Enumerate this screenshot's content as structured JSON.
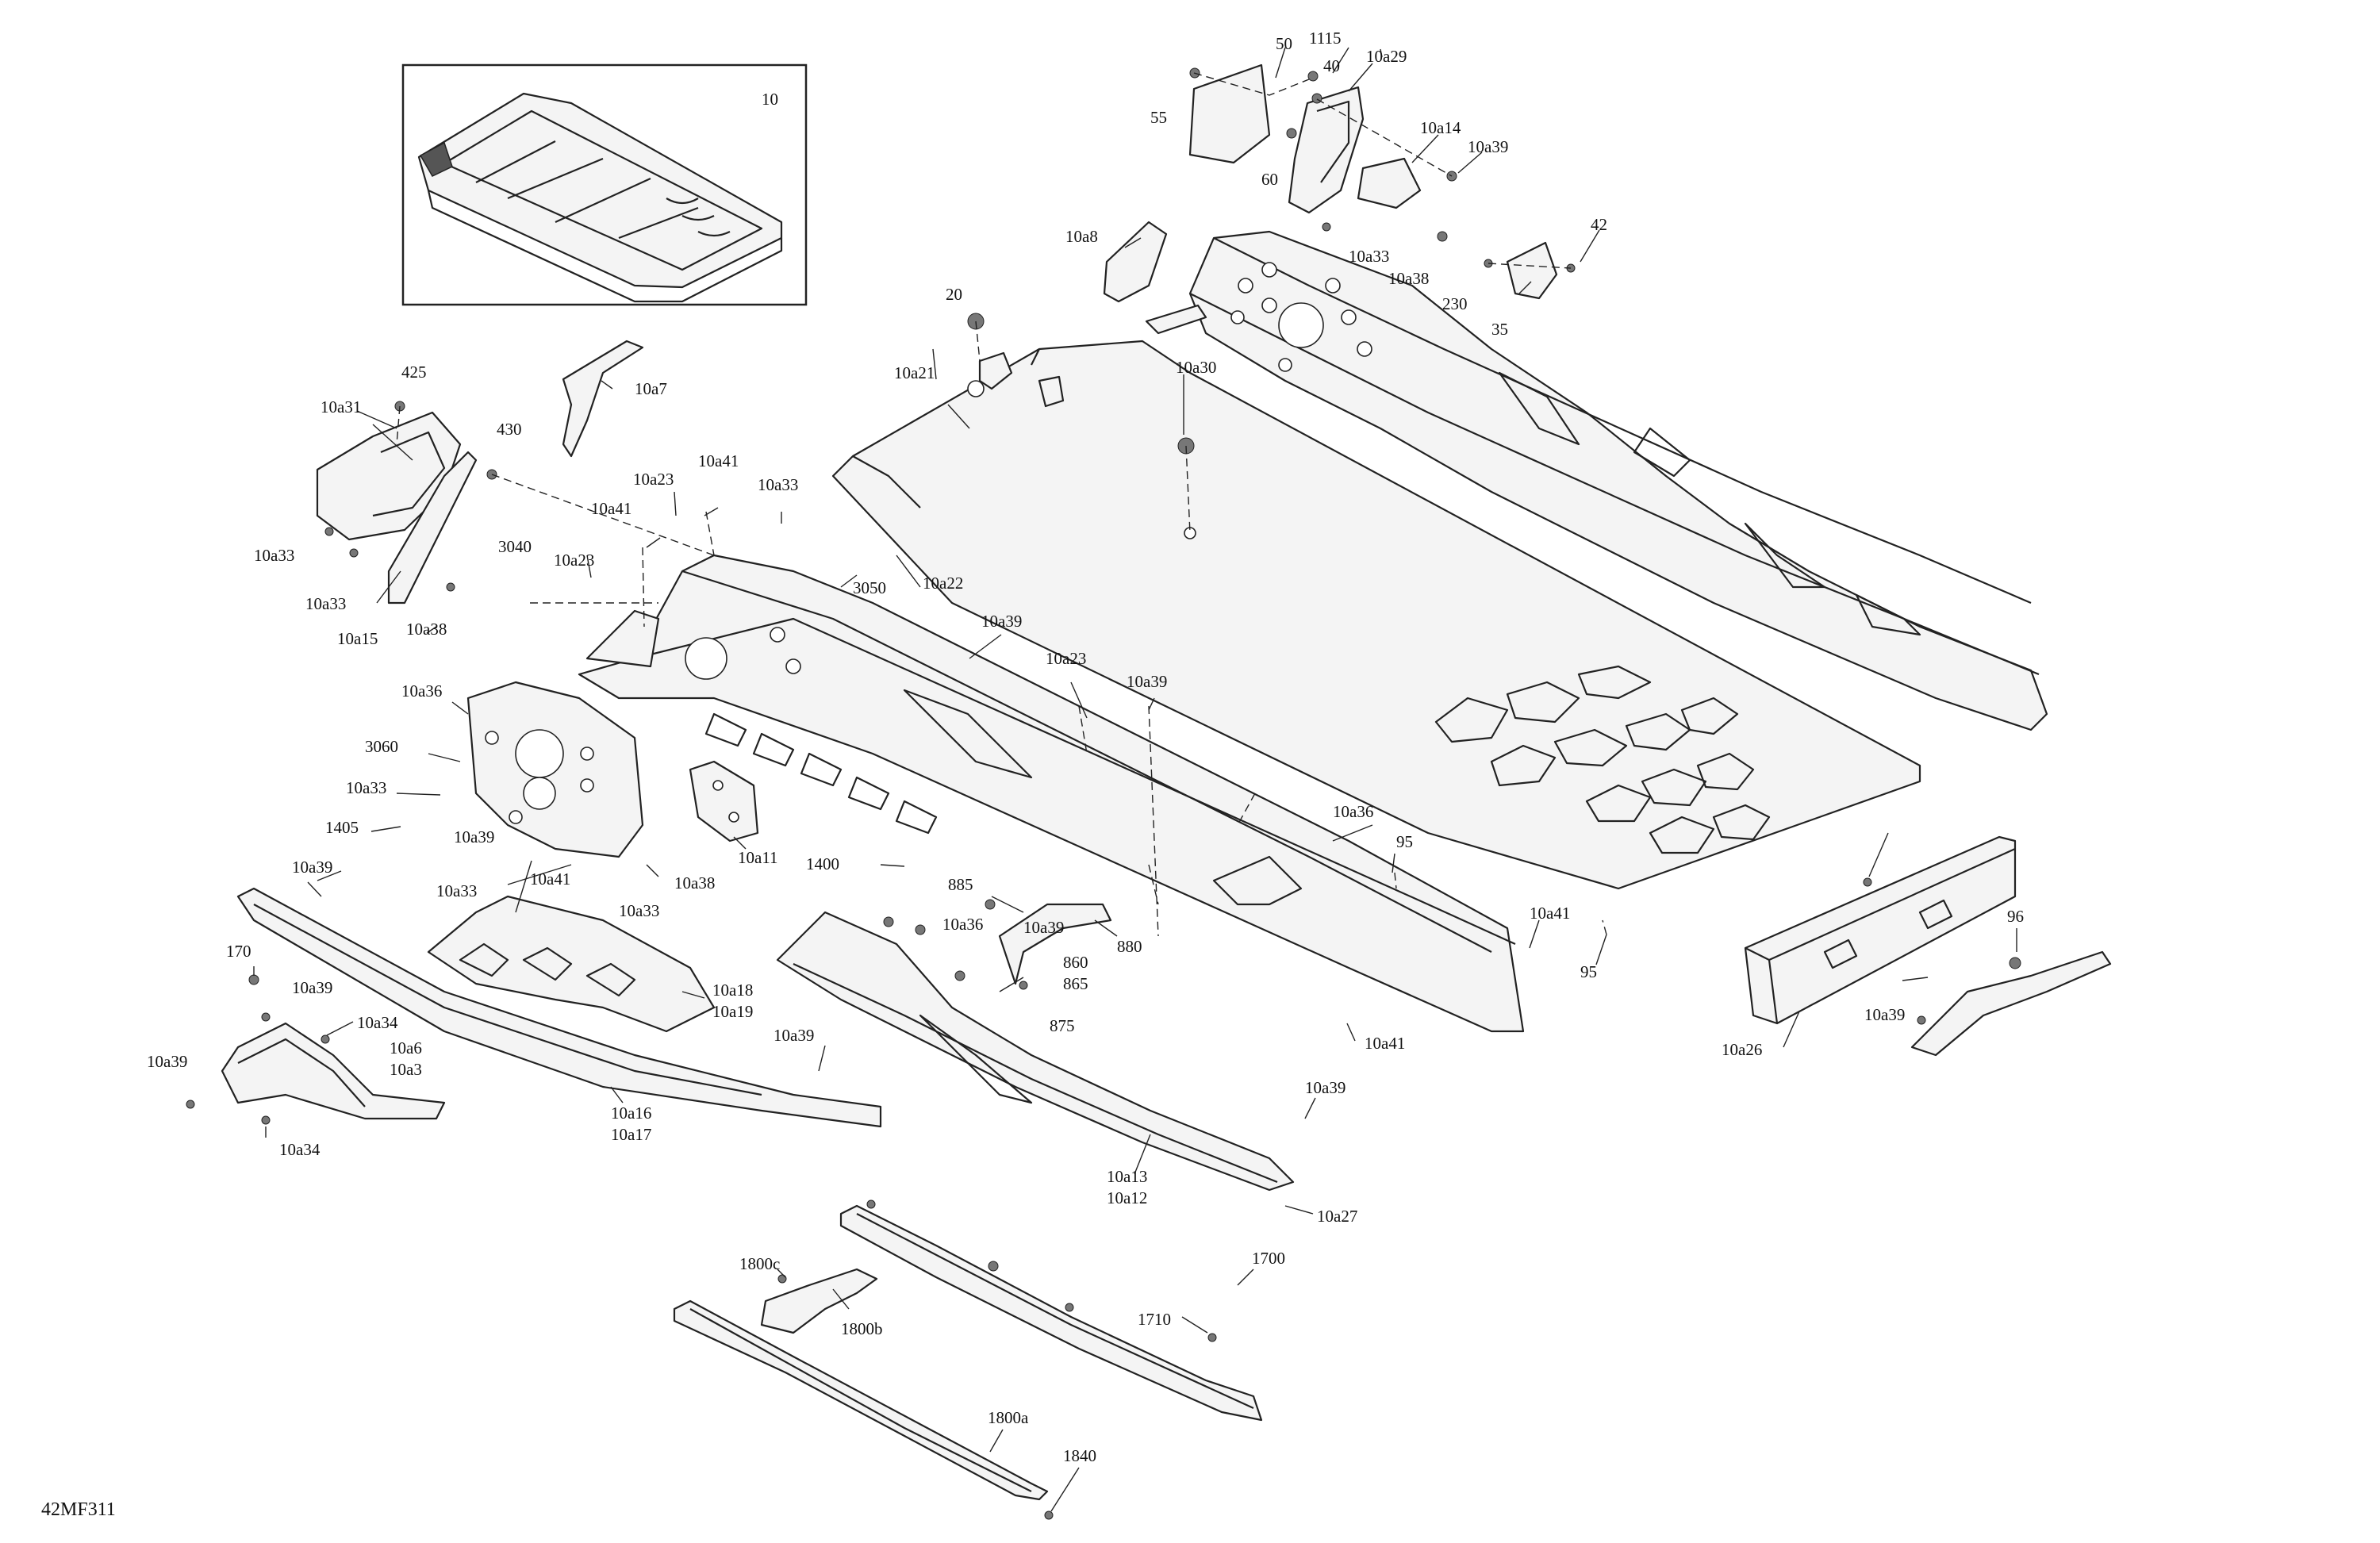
{
  "diagram_code": "42MF311",
  "inset_label": "10",
  "callouts": [
    {
      "id": "c50",
      "text": "50"
    },
    {
      "id": "c1115",
      "text": "1115"
    },
    {
      "id": "c40",
      "text": "40"
    },
    {
      "id": "c10a29",
      "text": "10a29"
    },
    {
      "id": "c55",
      "text": "55"
    },
    {
      "id": "c60",
      "text": "60"
    },
    {
      "id": "c10a14",
      "text": "10a14"
    },
    {
      "id": "c10a39a",
      "text": "10a39"
    },
    {
      "id": "c10a33a",
      "text": "10a33"
    },
    {
      "id": "c10a38a",
      "text": "10a38"
    },
    {
      "id": "c42",
      "text": "42"
    },
    {
      "id": "c230",
      "text": "230"
    },
    {
      "id": "c35",
      "text": "35"
    },
    {
      "id": "c10a8",
      "text": "10a8"
    },
    {
      "id": "c20",
      "text": "20"
    },
    {
      "id": "c10a21",
      "text": "10a21"
    },
    {
      "id": "c10a30",
      "text": "10a30"
    },
    {
      "id": "c425",
      "text": "425"
    },
    {
      "id": "c10a31",
      "text": "10a31"
    },
    {
      "id": "c10a7",
      "text": "10a7"
    },
    {
      "id": "c430",
      "text": "430"
    },
    {
      "id": "c10a23a",
      "text": "10a23"
    },
    {
      "id": "c10a41a",
      "text": "10a41"
    },
    {
      "id": "c10a33b",
      "text": "10a33"
    },
    {
      "id": "c10a41b",
      "text": "10a41"
    },
    {
      "id": "c10a33c",
      "text": "10a33"
    },
    {
      "id": "c3040",
      "text": "3040"
    },
    {
      "id": "c10a23b",
      "text": "10a23"
    },
    {
      "id": "c3050",
      "text": "3050"
    },
    {
      "id": "c10a22",
      "text": "10a22"
    },
    {
      "id": "c10a33d",
      "text": "10a33"
    },
    {
      "id": "c10a15",
      "text": "10a15"
    },
    {
      "id": "c10a38b",
      "text": "10a38"
    },
    {
      "id": "c10a39b",
      "text": "10a39"
    },
    {
      "id": "c10a23c",
      "text": "10a23"
    },
    {
      "id": "c10a39c",
      "text": "10a39"
    },
    {
      "id": "c10a36a",
      "text": "10a36"
    },
    {
      "id": "c3060",
      "text": "3060"
    },
    {
      "id": "c10a33e",
      "text": "10a33"
    },
    {
      "id": "c1405",
      "text": "1405"
    },
    {
      "id": "c10a39d",
      "text": "10a39"
    },
    {
      "id": "c10a11",
      "text": "10a11"
    },
    {
      "id": "c1400",
      "text": "1400"
    },
    {
      "id": "c10a36b",
      "text": "10a36"
    },
    {
      "id": "c95a",
      "text": "95"
    },
    {
      "id": "c10a39e",
      "text": "10a39"
    },
    {
      "id": "c10a33f",
      "text": "10a33"
    },
    {
      "id": "c10a41c",
      "text": "10a41"
    },
    {
      "id": "c10a38c",
      "text": "10a38"
    },
    {
      "id": "c10a39f",
      "text": "10a39"
    },
    {
      "id": "c10a33g",
      "text": "10a33"
    },
    {
      "id": "c885",
      "text": "885"
    },
    {
      "id": "c10a36c",
      "text": "10a36"
    },
    {
      "id": "c880",
      "text": "880"
    },
    {
      "id": "c10a41d",
      "text": "10a41"
    },
    {
      "id": "c95b",
      "text": "95"
    },
    {
      "id": "c96",
      "text": "96"
    },
    {
      "id": "c170",
      "text": "170"
    },
    {
      "id": "c10a39g",
      "text": "10a39"
    },
    {
      "id": "c10a18",
      "text": "10a18"
    },
    {
      "id": "c10a19",
      "text": "10a19"
    },
    {
      "id": "c860",
      "text": "860"
    },
    {
      "id": "c865",
      "text": "865"
    },
    {
      "id": "c875",
      "text": "875"
    },
    {
      "id": "c10a41e",
      "text": "10a41"
    },
    {
      "id": "c10a39h",
      "text": "10a39"
    },
    {
      "id": "c10a26",
      "text": "10a26"
    },
    {
      "id": "c10a34a",
      "text": "10a34"
    },
    {
      "id": "c10a6",
      "text": "10a6"
    },
    {
      "id": "c10a3",
      "text": "10a3"
    },
    {
      "id": "c10a39i",
      "text": "10a39"
    },
    {
      "id": "c10a39j",
      "text": "10a39"
    },
    {
      "id": "c10a16",
      "text": "10a16"
    },
    {
      "id": "c10a17",
      "text": "10a17"
    },
    {
      "id": "c10a34b",
      "text": "10a34"
    },
    {
      "id": "c10a39k",
      "text": "10a39"
    },
    {
      "id": "c10a13",
      "text": "10a13"
    },
    {
      "id": "c10a12",
      "text": "10a12"
    },
    {
      "id": "c10a27",
      "text": "10a27"
    },
    {
      "id": "c1800c",
      "text": "1800c"
    },
    {
      "id": "c1700",
      "text": "1700"
    },
    {
      "id": "c1710",
      "text": "1710"
    },
    {
      "id": "c1800b",
      "text": "1800b"
    },
    {
      "id": "c1800a",
      "text": "1800a"
    },
    {
      "id": "c1840",
      "text": "1840"
    }
  ]
}
